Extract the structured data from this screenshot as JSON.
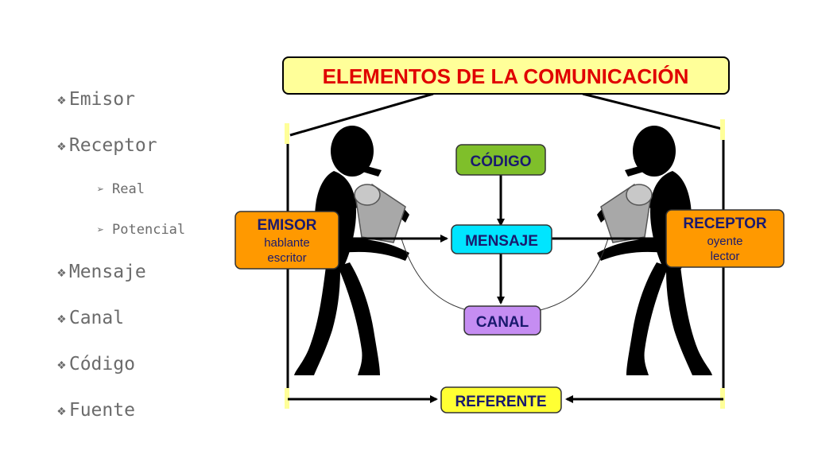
{
  "bullets": [
    {
      "text": "Emisor",
      "level": 1,
      "marker": "❖"
    },
    {
      "text": "Receptor",
      "level": 1,
      "marker": "❖"
    },
    {
      "text": "Real",
      "level": 2,
      "marker": "➢"
    },
    {
      "text": "Potencial",
      "level": 2,
      "marker": "➢"
    },
    {
      "text": "Mensaje",
      "level": 1,
      "marker": "❖"
    },
    {
      "text": "Canal",
      "level": 1,
      "marker": "❖"
    },
    {
      "text": "Código",
      "level": 1,
      "marker": "❖"
    },
    {
      "text": "Fuente",
      "level": 1,
      "marker": "❖"
    }
  ],
  "diagram": {
    "title": "ELEMENTOS DE LA COMUNICACIÓN",
    "codigo": "CÓDIGO",
    "mensaje": "MENSAJE",
    "canal": "CANAL",
    "referente": "REFERENTE",
    "emisor": {
      "title": "EMISOR",
      "line1": "hablante",
      "line2": "escritor"
    },
    "receptor": {
      "title": "RECEPTOR",
      "line1": "oyente",
      "line2": "lector"
    }
  },
  "colors": {
    "title_bg": "#ffff99",
    "title_text": "#e00000",
    "codigo_bg": "#7fbf2a",
    "mensaje_bg": "#00e5ff",
    "canal_bg": "#c58df2",
    "referente_bg": "#ffff33",
    "person_box_bg": "#ff9900",
    "label_text": "#1a1a6e",
    "bullet_text": "#6b6b6b"
  }
}
